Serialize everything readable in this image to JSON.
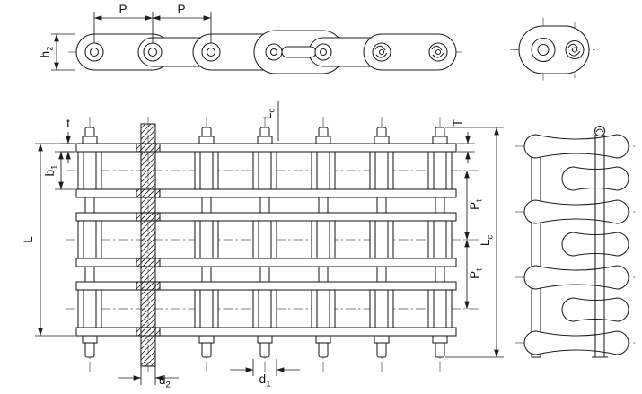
{
  "colors": {
    "background": "#ffffff",
    "line": "#1c1c1c",
    "centerline": "#555555"
  },
  "labels": {
    "p_left": {
      "main": "P",
      "sub": ""
    },
    "p_right": {
      "main": "P",
      "sub": ""
    },
    "h2": {
      "main": "h",
      "sub": "2"
    },
    "t": {
      "main": "t",
      "sub": ""
    },
    "b1": {
      "main": "b",
      "sub": "1"
    },
    "L": {
      "main": "L",
      "sub": ""
    },
    "Lc_top": {
      "main": "L",
      "sub": "c"
    },
    "T": {
      "main": "T",
      "sub": ""
    },
    "Pt_upper": {
      "main": "P",
      "sub": "t"
    },
    "Pt_lower": {
      "main": "P",
      "sub": "t"
    },
    "Lc_right": {
      "main": "L",
      "sub": "c"
    },
    "d2": {
      "main": "d",
      "sub": "2"
    },
    "d1": {
      "main": "d",
      "sub": "1"
    }
  }
}
